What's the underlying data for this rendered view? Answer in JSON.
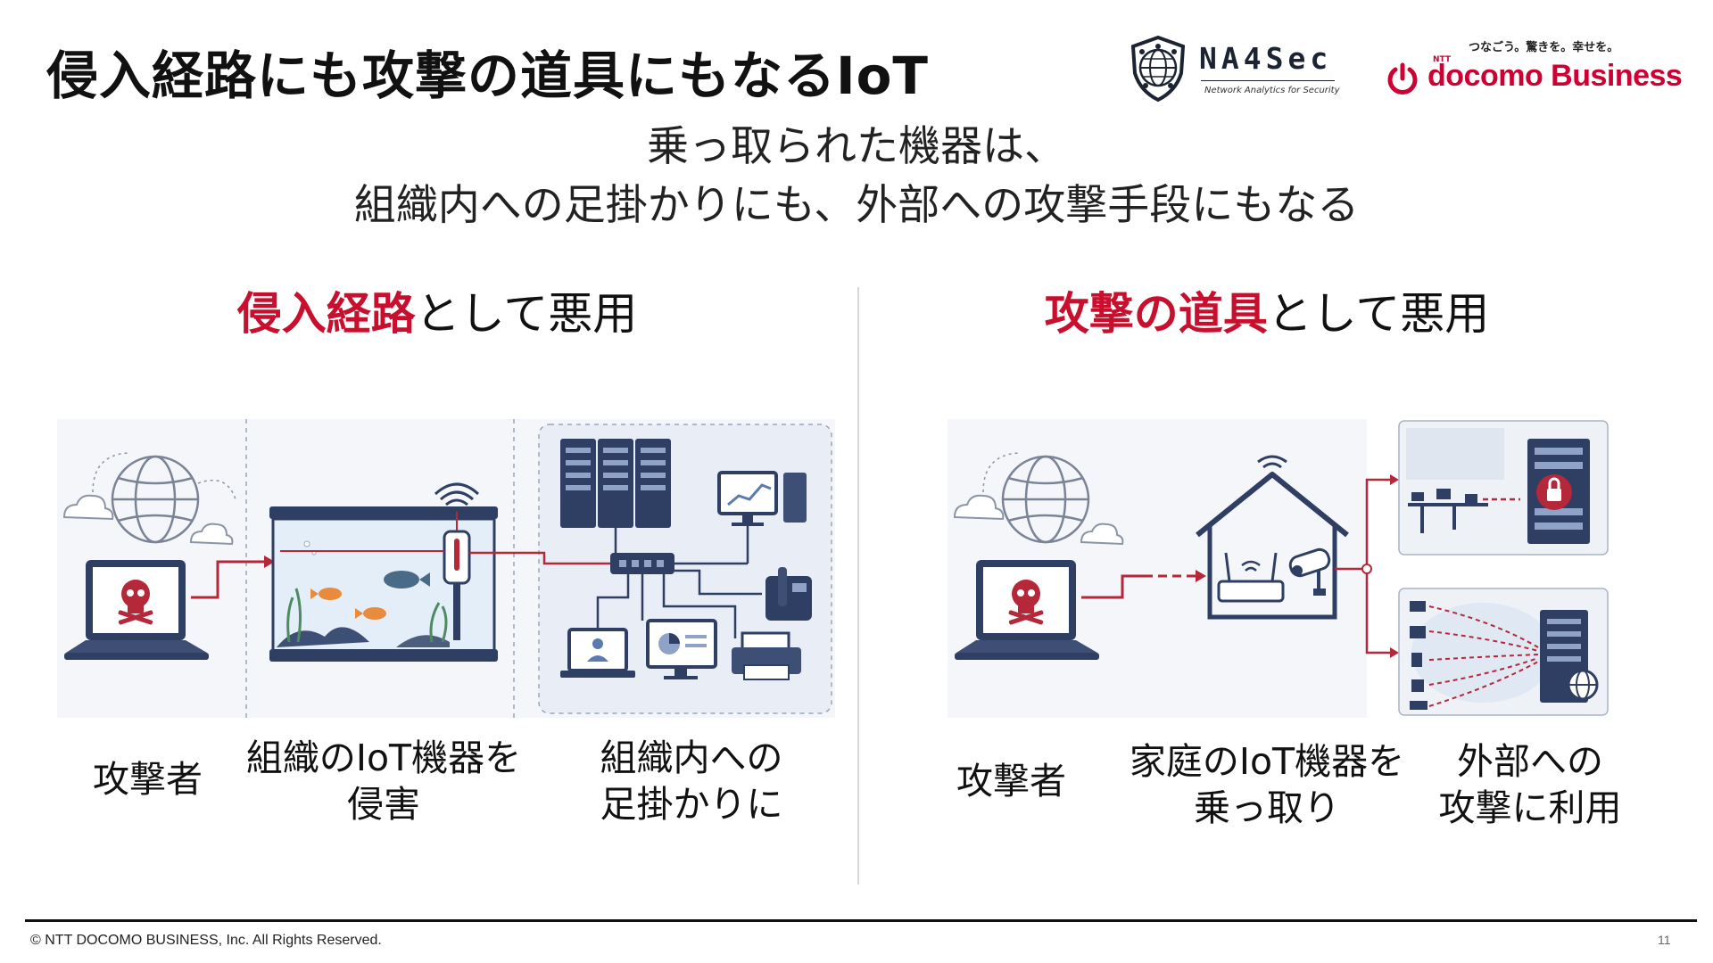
{
  "slide": {
    "title": "侵入経路にも攻撃の道具にもなるIoT",
    "lead_line1": "乗っ取られた機器は、",
    "lead_line2": "組織内への足掛かりにも、外部への攻撃手段にもなる",
    "page_number": "11",
    "copyright": "© NTT DOCOMO BUSINESS, Inc. All Rights Reserved."
  },
  "logos": {
    "na4sec_name": "NA4Sec",
    "na4sec_tagline": "Network Analytics for Security",
    "docomo_tagline": "つなごう。驚きを。幸せを。",
    "docomo_ntt": "NTT",
    "docomo_name": "docomo Business"
  },
  "left_section": {
    "heading_highlight": "侵入経路",
    "heading_rest": "として悪用",
    "caption_attacker": "攻撃者",
    "caption_mid_line1": "組織のIoT機器を",
    "caption_mid_line2": "侵害",
    "caption_right_line1": "組織内への",
    "caption_right_line2": "足掛かりに"
  },
  "right_section": {
    "heading_highlight": "攻撃の道具",
    "heading_rest": "として悪用",
    "caption_attacker": "攻撃者",
    "caption_mid_line1": "家庭のIoT機器を",
    "caption_mid_line2": "乗っ取り",
    "caption_right_line1": "外部への",
    "caption_right_line2": "攻撃に利用"
  },
  "colors": {
    "accent_red": "#c8102e",
    "navy": "#2e3f63",
    "panel_bg": "#eef1f6",
    "arrow_red": "#b5283a"
  }
}
